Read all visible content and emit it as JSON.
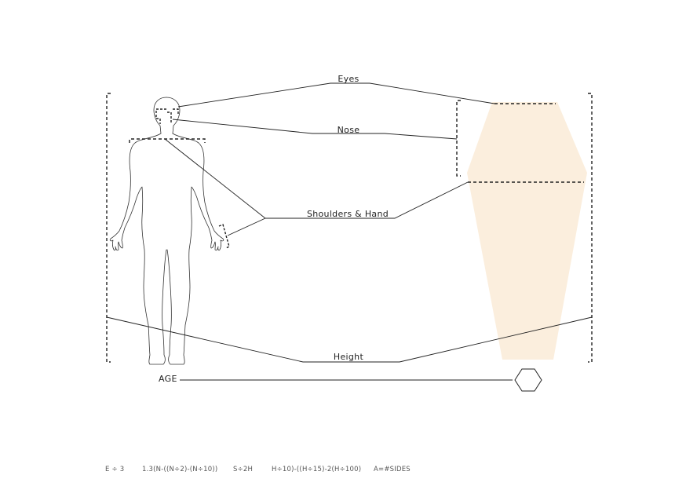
{
  "labels": {
    "eyes": "Eyes",
    "nose": "Nose",
    "shoulders_hand": "Shoulders & Hand",
    "height": "Height",
    "age": "AGE"
  },
  "formulas": [
    "E ÷ 3",
    "1.3(N-((N÷2)-(N÷10))",
    "S÷2H",
    "H÷10)-((H÷15)-2(H÷100)",
    "A=#SIDES"
  ],
  "colors": {
    "line": "#222222",
    "coffin_fill": "#fbeedd",
    "formula_text": "#555555"
  },
  "icons": {
    "figure": "human-figure-outline",
    "age_shape": "hexagon"
  }
}
